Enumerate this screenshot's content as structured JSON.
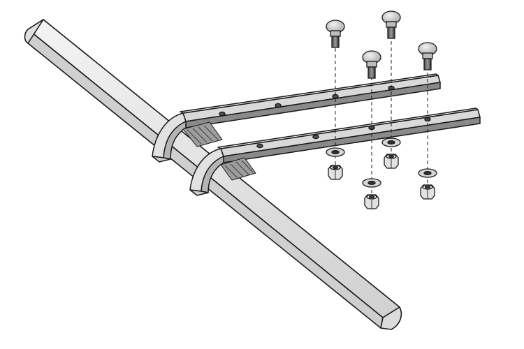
{
  "diagram": {
    "kind": "exploded assembly illustration",
    "text_labels": [],
    "parts": {
      "shaft": {
        "count": 1,
        "shape": "long beveled bar"
      },
      "brackets": {
        "count": 2,
        "shape": "curved clamp with flat strap arm",
        "holes_per_strap": 4
      },
      "carriage_bolts": {
        "count": 4
      },
      "washers": {
        "count": 4
      },
      "hex_nuts": {
        "count": 4
      }
    },
    "colors": {
      "line": "#1a1a1a",
      "metal_light": "#e6e6e6",
      "metal_mid": "#bdbdbd",
      "metal_dark": "#6f6f6f",
      "background": "#ffffff"
    },
    "leader_line_style": "dashed"
  }
}
